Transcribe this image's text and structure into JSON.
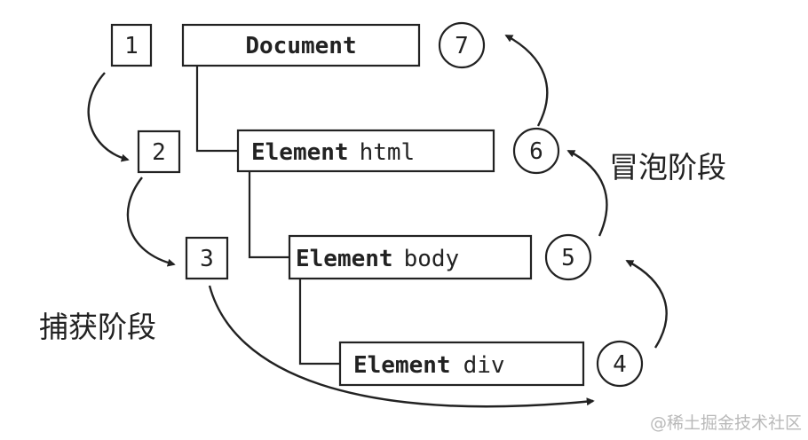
{
  "nodes": {
    "document": {
      "label": "Document"
    },
    "html": {
      "keyword": "Element",
      "tag": "html"
    },
    "body": {
      "keyword": "Element",
      "tag": "body"
    },
    "div": {
      "keyword": "Element",
      "tag": "div"
    }
  },
  "capture_steps": [
    "1",
    "2",
    "3"
  ],
  "bubble_steps": [
    "4",
    "5",
    "6",
    "7"
  ],
  "labels": {
    "capture_phase": "捕获阶段",
    "bubble_phase": "冒泡阶段"
  },
  "watermark": "@稀土掘金技术社区"
}
